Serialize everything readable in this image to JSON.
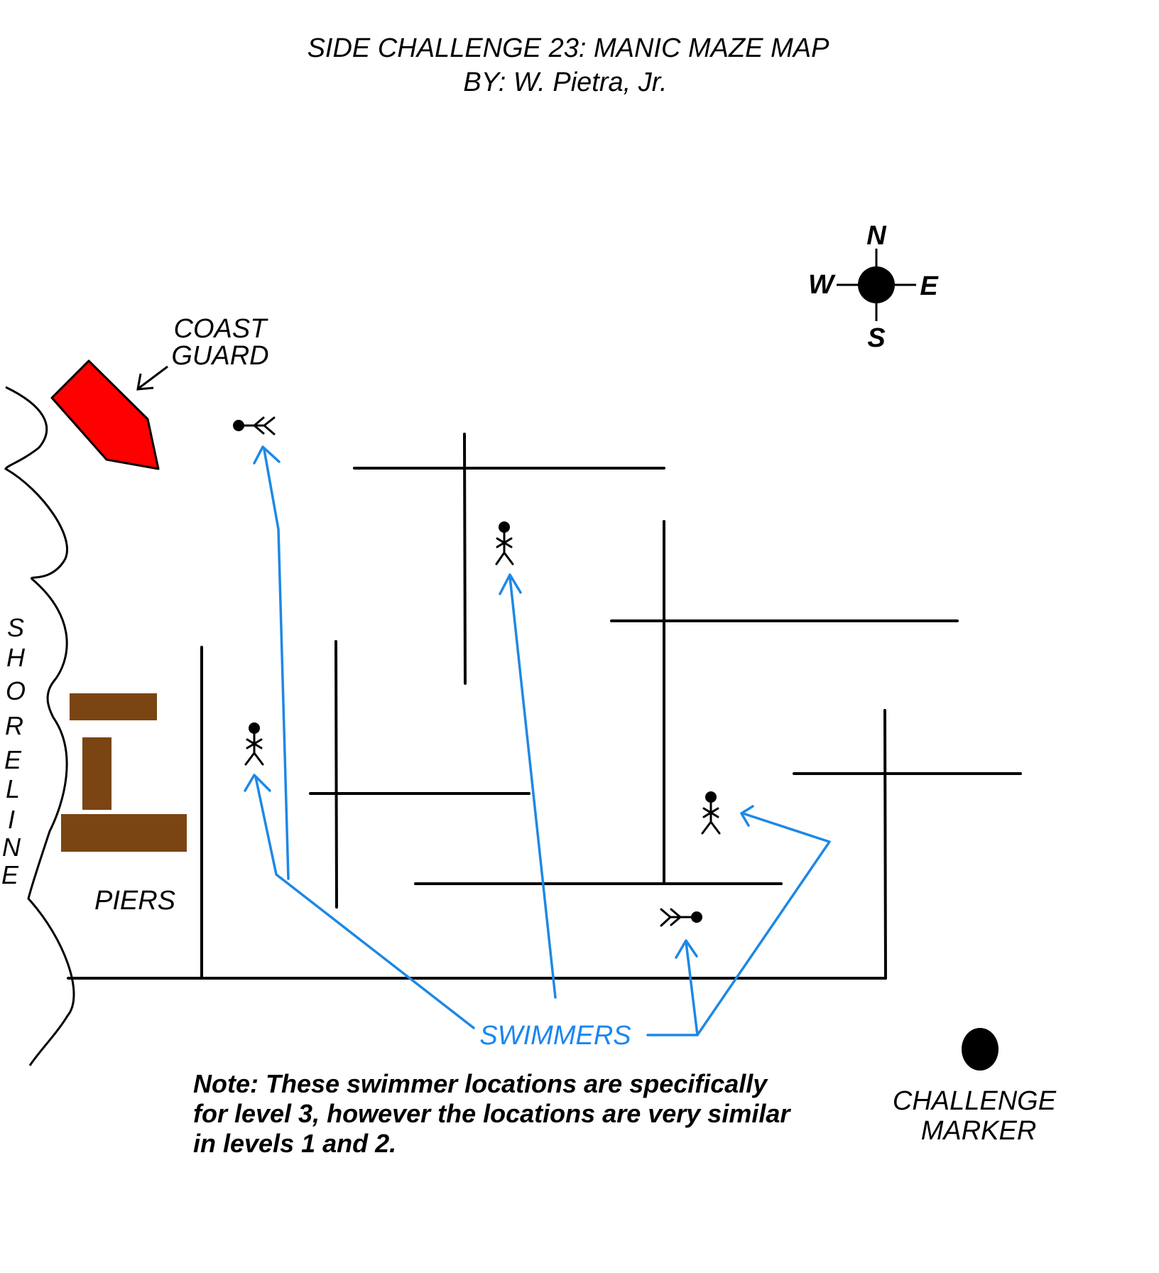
{
  "title": {
    "line1": "SIDE CHALLENGE 23: MANIC MAZE MAP",
    "line2": "BY: W. Pietra, Jr."
  },
  "compass": {
    "n": "N",
    "w": "W",
    "e": "E",
    "s": "S"
  },
  "labels": {
    "coast_guard_1": "COAST",
    "coast_guard_2": "GUARD",
    "shoreline": [
      "S",
      "H",
      "O",
      "R",
      "E",
      "L",
      "I",
      "N",
      "E"
    ],
    "piers": "PIERS",
    "swimmers": "SWIMMERS",
    "challenge_1": "CHALLENGE",
    "challenge_2": "MARKER"
  },
  "note": [
    "Note: These swimmer locations are specifically",
    "for level 3, however the locations are very similar",
    "in levels 1 and 2."
  ],
  "colors": {
    "boat": "#ff0000",
    "pier": "#7a4512",
    "arrows": "#1e88e5",
    "ink": "#000000"
  },
  "icons": {
    "boat": "coast-guard-boat-icon",
    "swimmer": "swimmer-icon",
    "marker": "challenge-marker-icon"
  }
}
